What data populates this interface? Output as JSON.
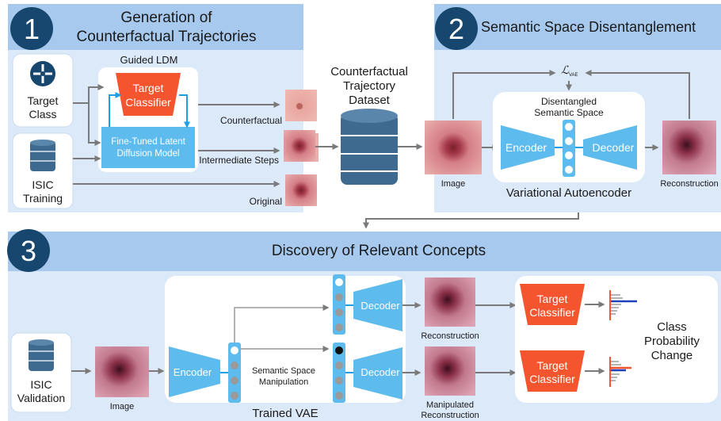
{
  "section1": {
    "number": "1",
    "title_line1": "Generation of",
    "title_line2": "Counterfactual Trajectories",
    "target_class_line1": "Target",
    "target_class_line2": "Class",
    "isic_training_line1": "ISIC",
    "isic_training_line2": "Training",
    "guided_ldm": "Guided LDM",
    "target_classifier_line1": "Target",
    "target_classifier_line2": "Classifier",
    "diffusion_line1": "Fine-Tuned Latent",
    "diffusion_line2": "Diffusion Model",
    "counterfactual": "Counterfactual",
    "intermediate_steps": "Intermediate Steps",
    "original": "Original"
  },
  "dataset": {
    "line1": "Counterfactual",
    "line2": "Trajectory",
    "line3": "Dataset"
  },
  "section2": {
    "number": "2",
    "title": "Semantic Space Disentanglement",
    "loss_symbol": "ℒ",
    "loss_subscript": "VAE",
    "disentangled_line1": "Disentangled",
    "disentangled_line2": "Semantic Space",
    "encoder": "Encoder",
    "decoder": "Decoder",
    "image": "Image",
    "reconstruction": "Reconstruction",
    "vae": "Variational Autoencoder"
  },
  "section3": {
    "number": "3",
    "title": "Discovery of Relevant Concepts",
    "isic_validation_line1": "ISIC",
    "isic_validation_line2": "Validation",
    "image": "Image",
    "encoder": "Encoder",
    "decoder_top": "Decoder",
    "decoder_bottom": "Decoder",
    "manipulation_line1": "Semantic Space",
    "manipulation_line2": "Manipulation",
    "trained_vae": "Trained VAE",
    "reconstruction": "Reconstruction",
    "manipulated_line1": "Manipulated",
    "manipulated_line2": "Reconstruction",
    "classifier_top_line1": "Target",
    "classifier_top_line2": "Classifier",
    "classifier_bottom_line1": "Target",
    "classifier_bottom_line2": "Classifier",
    "change_line1": "Class",
    "change_line2": "Probability",
    "change_line3": "Change"
  },
  "colors": {
    "panel": "#dce9f9",
    "header": "#a7c9ee",
    "badge": "#17476e",
    "encoder": "#5dbbee",
    "classifier": "#f4552e",
    "arrow": "#7a7a7a",
    "blue_line": "#1f9ee6"
  }
}
